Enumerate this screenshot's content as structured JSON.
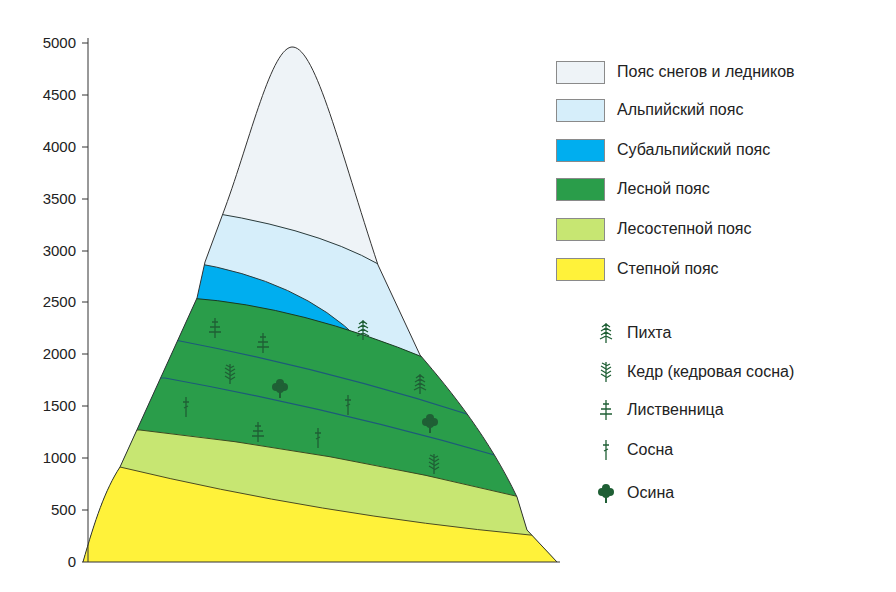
{
  "diagram": {
    "labels": [
      "5000",
      "4500",
      "4000",
      "3500",
      "3000",
      "2500",
      "2000",
      "1500",
      "1000",
      "500",
      "0"
    ],
    "legend": [
      {
        "text": "Пояс снегов и ледников",
        "color": "#eef3f7"
      },
      {
        "text": "Альпийский пояс",
        "color": "#d6eefa"
      },
      {
        "text": "Субальпийский пояс",
        "color": "#00aeef"
      },
      {
        "text": "Лесной пояс",
        "color": "#2a9d4a"
      },
      {
        "text": "Лесостепной пояс",
        "color": "#c7e672"
      },
      {
        "text": "Степной пояс",
        "color": "#fff23a"
      },
      {
        "text": "Пихта"
      },
      {
        "text": "Кедр (кедровая сосна)"
      },
      {
        "text": "Лиственница"
      },
      {
        "text": "Сосна"
      },
      {
        "text": "Осина"
      }
    ]
  }
}
